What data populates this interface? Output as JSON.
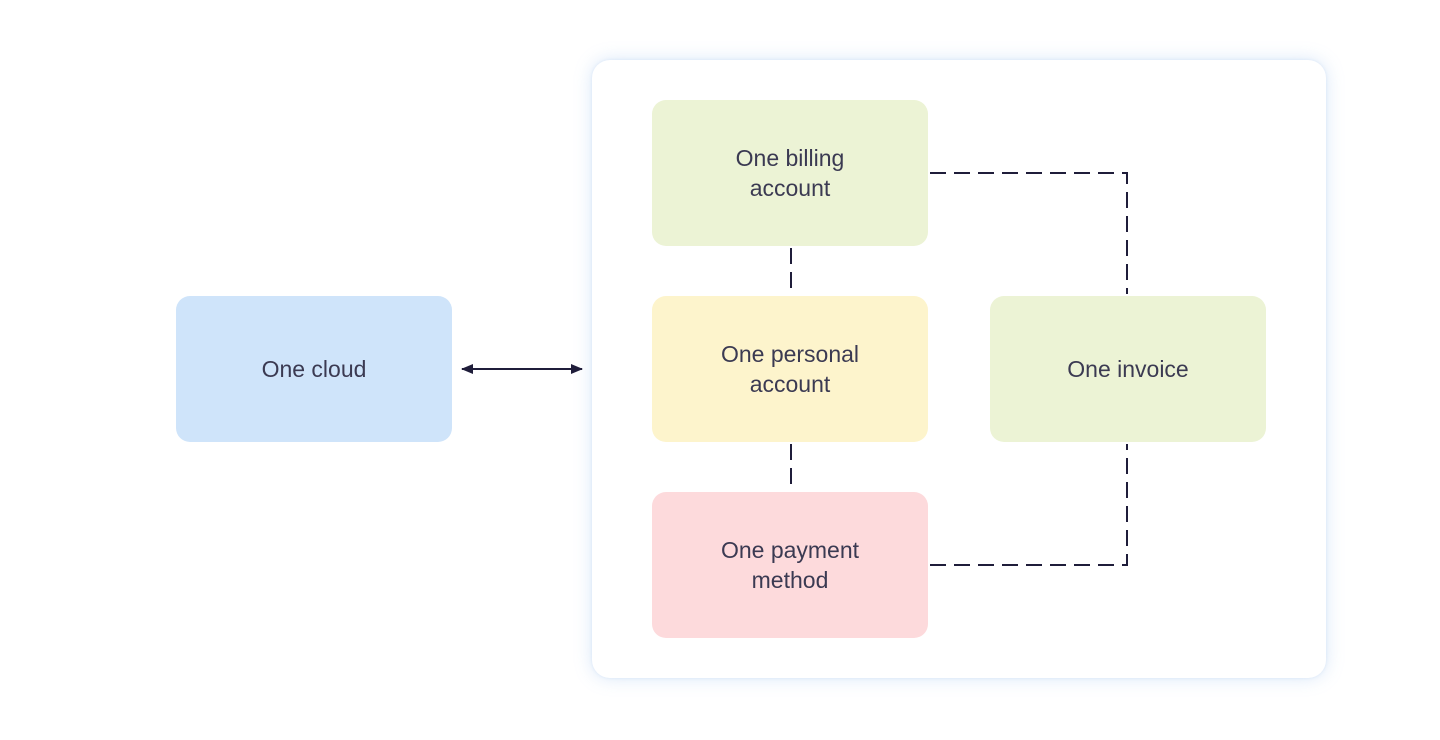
{
  "diagram": {
    "nodes": {
      "cloud": {
        "label": "One cloud",
        "color": "#cfe4fa"
      },
      "billing": {
        "label": "One billing\naccount",
        "color": "#ecf3d5"
      },
      "personal": {
        "label": "One personal\naccount",
        "color": "#fdf4cc"
      },
      "payment": {
        "label": "One payment\nmethod",
        "color": "#fddadc"
      },
      "invoice": {
        "label": "One invoice",
        "color": "#ecf3d5"
      }
    },
    "edges": [
      {
        "from": "cloud",
        "to": "group",
        "style": "solid",
        "arrows": "both"
      },
      {
        "from": "billing",
        "to": "personal",
        "style": "dashed"
      },
      {
        "from": "personal",
        "to": "payment",
        "style": "dashed"
      },
      {
        "from": "billing",
        "to": "invoice",
        "style": "dashed"
      },
      {
        "from": "payment",
        "to": "invoice",
        "style": "dashed"
      }
    ],
    "colors": {
      "line": "#1f1d3a",
      "text": "#3b3a52"
    }
  }
}
